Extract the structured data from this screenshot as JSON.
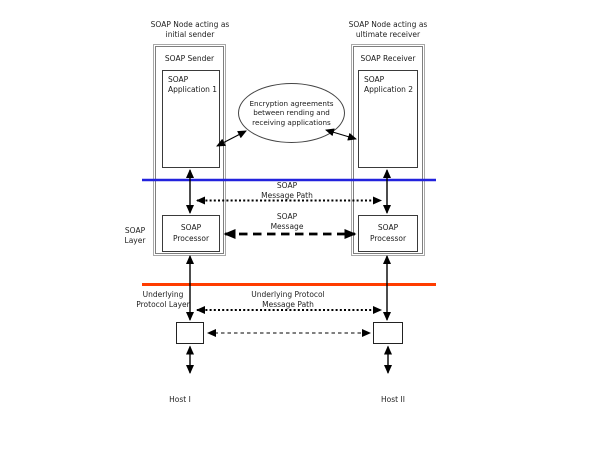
{
  "colors": {
    "soap_layer_line": "#2222dd",
    "underlying_layer_line": "#ff3c00"
  },
  "sender": {
    "caption": "SOAP Node acting as\ninitial sender",
    "title": "SOAP Sender",
    "application": "SOAP\nApplication 1",
    "processor": "SOAP\nProcessor",
    "host": "Host I"
  },
  "receiver": {
    "caption": "SOAP Node acting as\nultimate receiver",
    "title": "SOAP Receiver",
    "application": "SOAP\nApplication 2",
    "processor": "SOAP\nProcessor",
    "host": "Host II"
  },
  "ellipse": {
    "text": "Encryption agreements\nbetween rending and\nreceiving applications"
  },
  "layers": {
    "soap_layer": "SOAP\nLayer",
    "underlying_layer": "Underlying\nProtocol Layer"
  },
  "paths": {
    "soap_message_path": "SOAP\nMessage Path",
    "soap_message": "SOAP\nMessage",
    "underlying_message_path": "Underlying Protocol\nMessage Path"
  }
}
